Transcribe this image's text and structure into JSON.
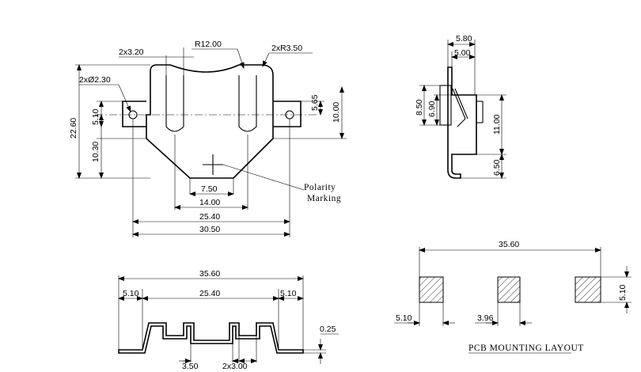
{
  "top_view": {
    "dims": {
      "slot_width": "2x3.20",
      "top_radius": "R12.00",
      "corner_radius": "2xR3.50",
      "hole_diameter": "2xØ2.30",
      "overall_height": "22.60",
      "hole_offset": "5.10",
      "lower_height": "10.30",
      "right_slot": "5.65",
      "right_height": "10.00",
      "bottom_flat": "7.50",
      "width_14": "14.00",
      "width_25": "25.40",
      "width_30": "30.50"
    },
    "polarity_label_line1": "Polarity",
    "polarity_label_line2": "Marking"
  },
  "side_view": {
    "dims": {
      "width_580": "5.80",
      "width_500": "5.00",
      "h_850": "8.50",
      "h_690": "6.90",
      "h_1100": "11.00",
      "h_650": "6.50"
    }
  },
  "front_view": {
    "dims": {
      "overall": "35.60",
      "left_lead": "5.10",
      "center_span": "25.40",
      "right_lead": "5.10",
      "thickness": "0.25",
      "center_width": "3.50",
      "tabs": "2x3.00"
    }
  },
  "pcb_layout": {
    "title": "PCB MOUNTING LAYOUT",
    "dims": {
      "overall": "35.60",
      "pad_width": "5.10",
      "center_pad": "3.96",
      "pad_height": "5.10"
    }
  }
}
